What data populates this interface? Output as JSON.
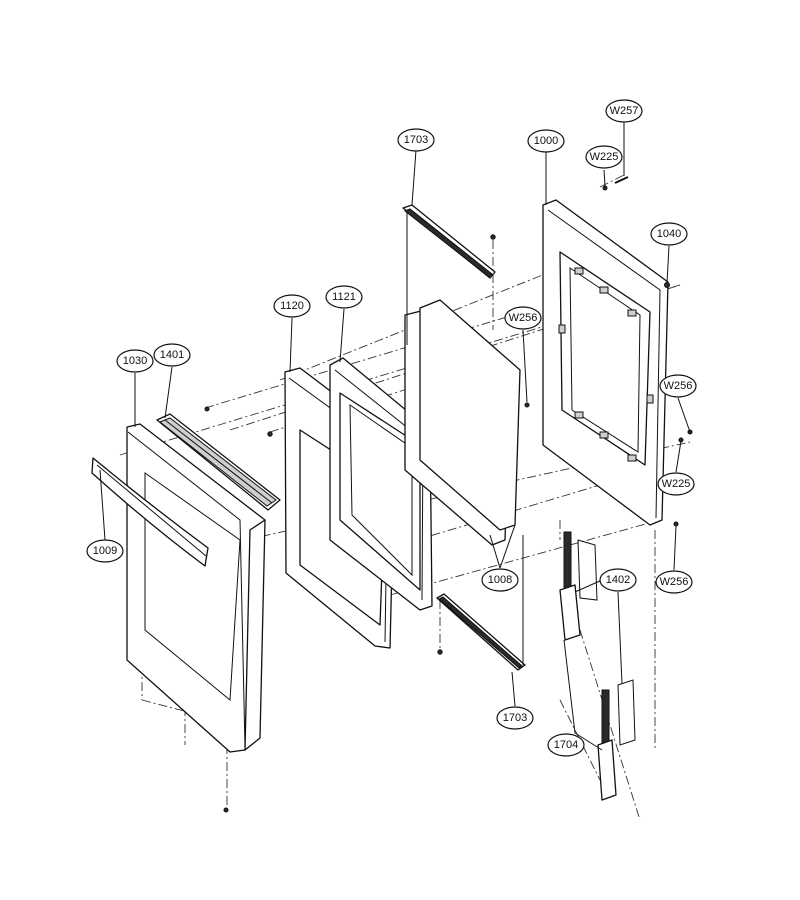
{
  "diagram": {
    "labels": [
      {
        "id": "l1703a",
        "text": "1703"
      },
      {
        "id": "l1000",
        "text": "1000"
      },
      {
        "id": "lw257",
        "text": "W257"
      },
      {
        "id": "lw225a",
        "text": "W225"
      },
      {
        "id": "l1040",
        "text": "1040"
      },
      {
        "id": "l1120",
        "text": "1120"
      },
      {
        "id": "l1121",
        "text": "1121"
      },
      {
        "id": "lw256a",
        "text": "W256"
      },
      {
        "id": "l1030",
        "text": "1030"
      },
      {
        "id": "l1401",
        "text": "1401"
      },
      {
        "id": "lw256b",
        "text": "W256"
      },
      {
        "id": "lw225b",
        "text": "W225"
      },
      {
        "id": "l1009",
        "text": "1009"
      },
      {
        "id": "l1008",
        "text": "1008"
      },
      {
        "id": "l1402",
        "text": "1402"
      },
      {
        "id": "lw256c",
        "text": "W256"
      },
      {
        "id": "l1703b",
        "text": "1703"
      },
      {
        "id": "l1704",
        "text": "1704"
      }
    ]
  }
}
